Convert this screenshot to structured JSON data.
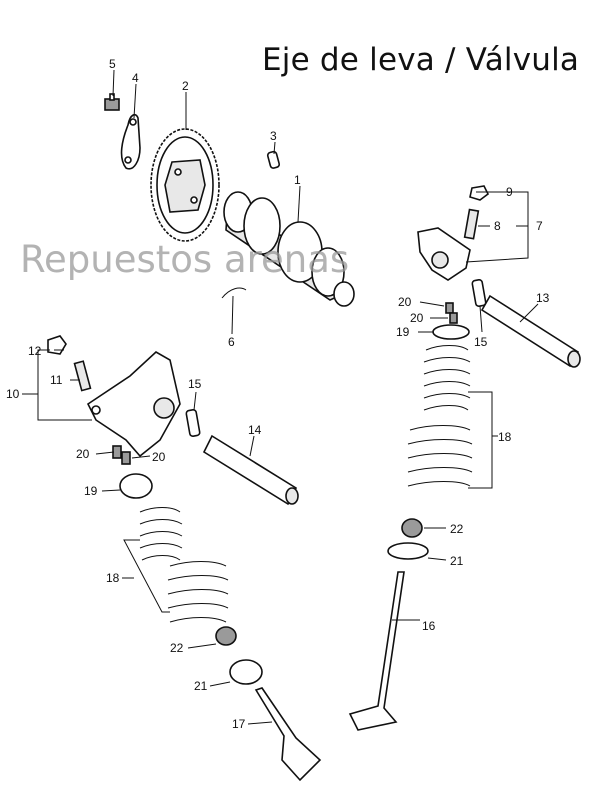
{
  "title": "Eje de leva / Válvula",
  "watermark": "Repuestos arenas",
  "callouts": {
    "c1": "1",
    "c2": "2",
    "c3": "3",
    "c4": "4",
    "c5": "5",
    "c6": "6",
    "c7": "7",
    "c8": "8",
    "c9": "9",
    "c10": "10",
    "c11": "11",
    "c12": "12",
    "c13": "13",
    "c14": "14",
    "c15a": "15",
    "c15b": "15",
    "c16": "16",
    "c17": "17",
    "c18a": "18",
    "c18b": "18",
    "c19a": "19",
    "c19b": "19",
    "c20a": "20",
    "c20b": "20",
    "c20c": "20",
    "c20d": "20",
    "c21a": "21",
    "c21b": "21",
    "c22a": "22",
    "c22b": "22"
  }
}
